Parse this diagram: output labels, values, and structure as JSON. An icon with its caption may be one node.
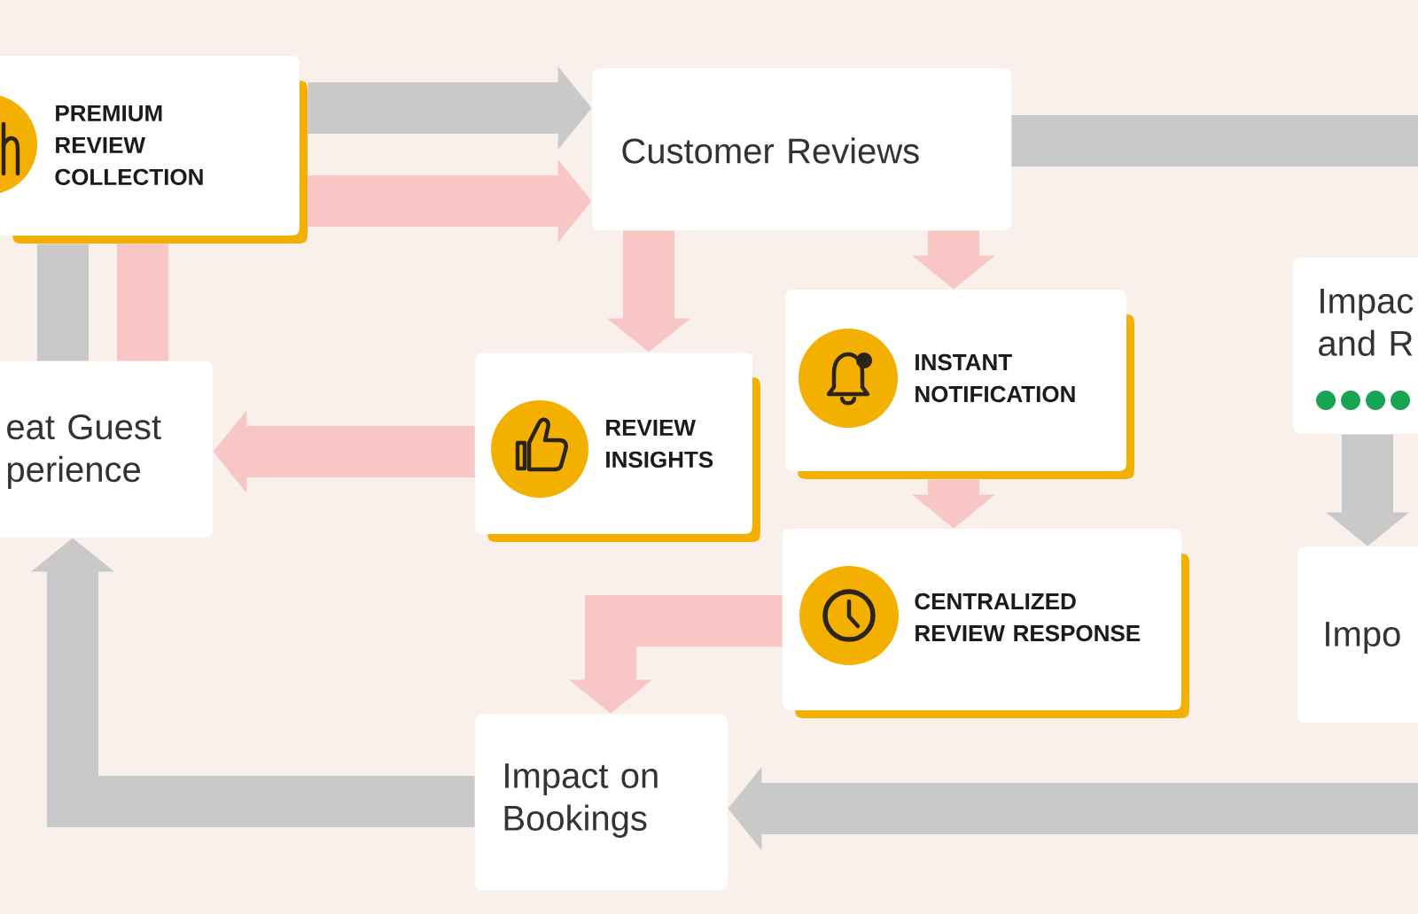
{
  "diagram": {
    "nodes": [
      {
        "text": [
          "PREMIUM REVIEW COLLECTION"
        ]
      },
      {
        "text": [
          "Customer Reviews"
        ]
      },
      {
        "text": [
          "eat Guest perience"
        ]
      },
      {
        "text": [
          "REVIEW INSIGHTS"
        ]
      },
      {
        "text": [
          "INSTANT NOTIFICATION"
        ]
      },
      {
        "text": [
          "CENTRALIZED REVIEW RESPONSE"
        ]
      },
      {
        "text": [
          "Impact on Bookings"
        ]
      },
      {
        "text": [
          "Impac and R"
        ]
      },
      {
        "text": [
          "Impo"
        ]
      }
    ],
    "edges": [
      {
        "from": 0,
        "to": 1,
        "arrow": "to",
        "color": "#c9c9c9"
      },
      {
        "from": 0,
        "to": 1,
        "arrow": "to"
      },
      {
        "from": 1,
        "to": null,
        "arrow": "none",
        "color": "#c9c9c9"
      },
      {
        "from": 0,
        "to": 2,
        "arrow": "none",
        "color": "#c9c9c9"
      },
      {
        "from": 0,
        "to": 2,
        "arrow": "none"
      },
      {
        "from": 1,
        "to": 3,
        "arrow": "to"
      },
      {
        "from": 1,
        "to": 4,
        "arrow": "to"
      },
      {
        "from": 3,
        "to": 2,
        "arrow": "to"
      },
      {
        "from": 4,
        "to": 5,
        "arrow": "to"
      },
      {
        "from": 5,
        "to": 6,
        "arrow": "to"
      },
      {
        "from": null,
        "to": 6,
        "arrow": "to",
        "color": "#c9c9c9"
      },
      {
        "from": 6,
        "to": 2,
        "arrow": "to",
        "color": "#c9c9c9"
      },
      {
        "from": 7,
        "to": 8,
        "arrow": "to",
        "color": "#c9c9c9"
      }
    ]
  }
}
